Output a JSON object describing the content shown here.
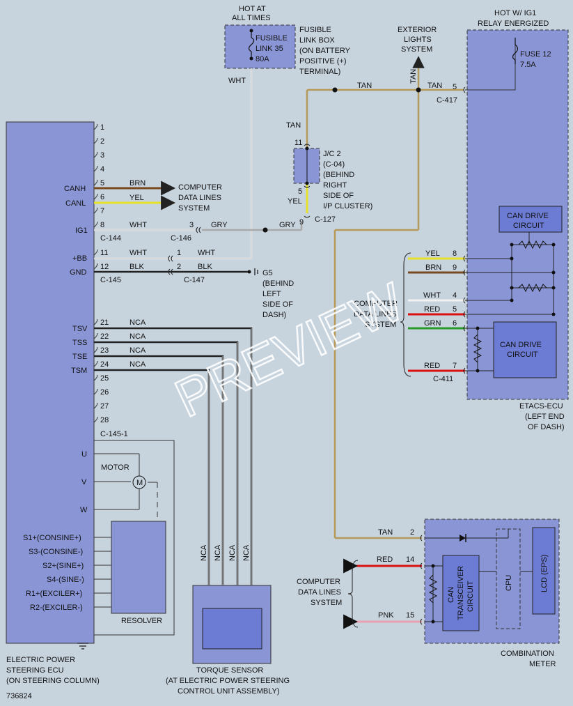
{
  "hot_at_all_times": [
    "HOT AT",
    "ALL TIMES"
  ],
  "hot_ig1": [
    "HOT W/ IG1",
    "RELAY ENERGIZED"
  ],
  "fusible_link": [
    "FUSIBLE",
    "LINK 35",
    "80A"
  ],
  "fusible_link_box": [
    "FUSIBLE",
    "LINK BOX",
    "(ON BATTERY",
    "POSITIVE (+)",
    "TERMINAL)"
  ],
  "fuse12": [
    "FUSE 12",
    "7.5A"
  ],
  "exterior_lights": [
    "EXTERIOR",
    "LIGHTS",
    "SYSTEM"
  ],
  "jc2": [
    "J/C 2",
    "(C-04)",
    "(BEHIND",
    "RIGHT",
    "SIDE OF",
    "I/P CLUSTER)"
  ],
  "computer_data_lines": [
    "COMPUTER",
    "DATA LINES",
    "SYSTEM"
  ],
  "eps_pins": [
    "1",
    "2",
    "3",
    "4",
    "5",
    "6",
    "7",
    "8",
    "11",
    "12",
    "21",
    "22",
    "23",
    "24",
    "25",
    "26",
    "27",
    "28"
  ],
  "eps_signals": [
    "CANH",
    "CANL",
    "IG1",
    "+BB",
    "GND",
    "TSV",
    "TSS",
    "TSE",
    "TSM"
  ],
  "motor_phases": [
    "U",
    "V",
    "W"
  ],
  "motor_label": "MOTOR",
  "motor_symbol": "M",
  "resolver_pins": [
    "S1+(CONSINE+)",
    "S3-(CONSINE-)",
    "S2+(SINE+)",
    "S4-(SINE-)",
    "R1+(EXCILER+)",
    "R2-(EXCILER-)"
  ],
  "resolver_label": "RESOLVER",
  "connectors": {
    "c144": "C-144",
    "c145": "C-145",
    "c145_1": "C-145-1",
    "c146": "C-146",
    "c147": "C-147",
    "c127": "C-127",
    "c417": "C-417",
    "c411": "C-411"
  },
  "wires": {
    "brn": "BRN",
    "yel": "YEL",
    "wht": "WHT",
    "gry": "GRY",
    "blk": "BLK",
    "tan": "TAN",
    "nca": "NCA",
    "red": "RED",
    "grn": "GRN",
    "pnk": "PNK"
  },
  "pins_misc": [
    "3",
    "1",
    "2",
    "11",
    "5",
    "9",
    "8",
    "9",
    "4",
    "5",
    "6",
    "7",
    "2",
    "14",
    "15"
  ],
  "g5": [
    "G5",
    "(BEHIND",
    "LEFT",
    "SIDE OF",
    "DASH)"
  ],
  "can_drive_circuit": [
    "CAN DRIVE",
    "CIRCUIT"
  ],
  "etacs": [
    "ETACS-ECU",
    "(LEFT END",
    "OF DASH)"
  ],
  "can_transceiver": [
    "CAN",
    "TRANSCEIVER",
    "CIRCUIT"
  ],
  "cpu": "CPU",
  "lcd": "LCD (EPS)",
  "combination_meter": [
    "COMBINATION",
    "METER"
  ],
  "torque_sensor": [
    "TORQUE SENSOR",
    "(AT ELECTRIC POWER STEERING",
    "CONTROL UNIT ASSEMBLY)"
  ],
  "eps_ecu": [
    "ELECTRIC POWER",
    "STEERING ECU",
    "(ON STEERING COLUMN)"
  ],
  "figure_number": "736824",
  "watermark": "PREVIEW"
}
